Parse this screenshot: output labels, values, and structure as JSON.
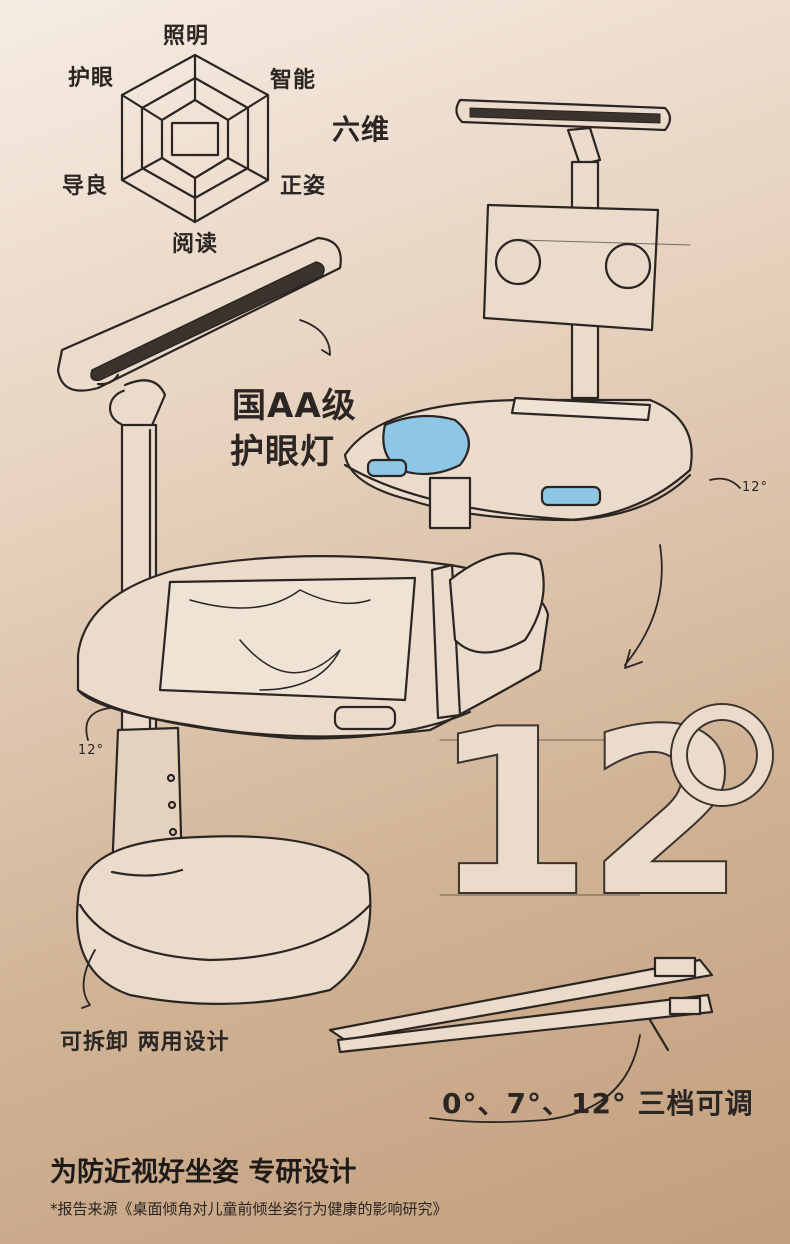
{
  "hexagon_labels": {
    "top": "照明",
    "top_right": "智能",
    "right": "正姿",
    "bottom": "阅读",
    "left": "导良",
    "top_left": "护眼"
  },
  "side_note": "六维",
  "lamp_caption_line1": "国AA级",
  "lamp_caption_line2": "护眼灯",
  "angle_label_right": "12°",
  "angle_label_left": "12°",
  "big_angle": "12",
  "detach_caption": "可拆卸 两用设计",
  "angles_caption": "0°、7°、12° 三档可调",
  "footer": {
    "title": "为防近视好坐姿 专研设计",
    "note": "*报告来源《桌面倾角对儿童前倾坐姿行为健康的影响研究》"
  },
  "colors": {
    "sketch_line": "#2b2623",
    "fill": "#eadbcb",
    "accent_blue": "#8ec7e6"
  }
}
